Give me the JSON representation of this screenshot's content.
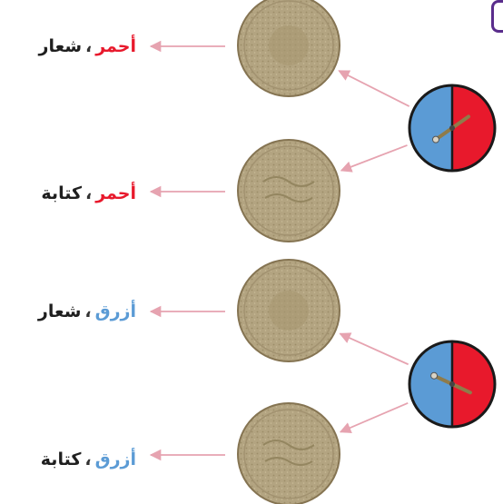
{
  "colors": {
    "red": "#e8192c",
    "blue": "#5b9bd5",
    "arrow": "#e6a3b0",
    "coin": "#b3a481",
    "coin_edge": "#857452",
    "tab": "#5a2d8c"
  },
  "separator": "،",
  "outcomes": [
    {
      "color": "أحمر",
      "color_key": "red",
      "face": "شعار"
    },
    {
      "color": "أحمر",
      "color_key": "red",
      "face": "كتابة"
    },
    {
      "color": "أزرق",
      "color_key": "blue",
      "face": "شعار"
    },
    {
      "color": "أزرق",
      "color_key": "blue",
      "face": "كتابة"
    }
  ]
}
